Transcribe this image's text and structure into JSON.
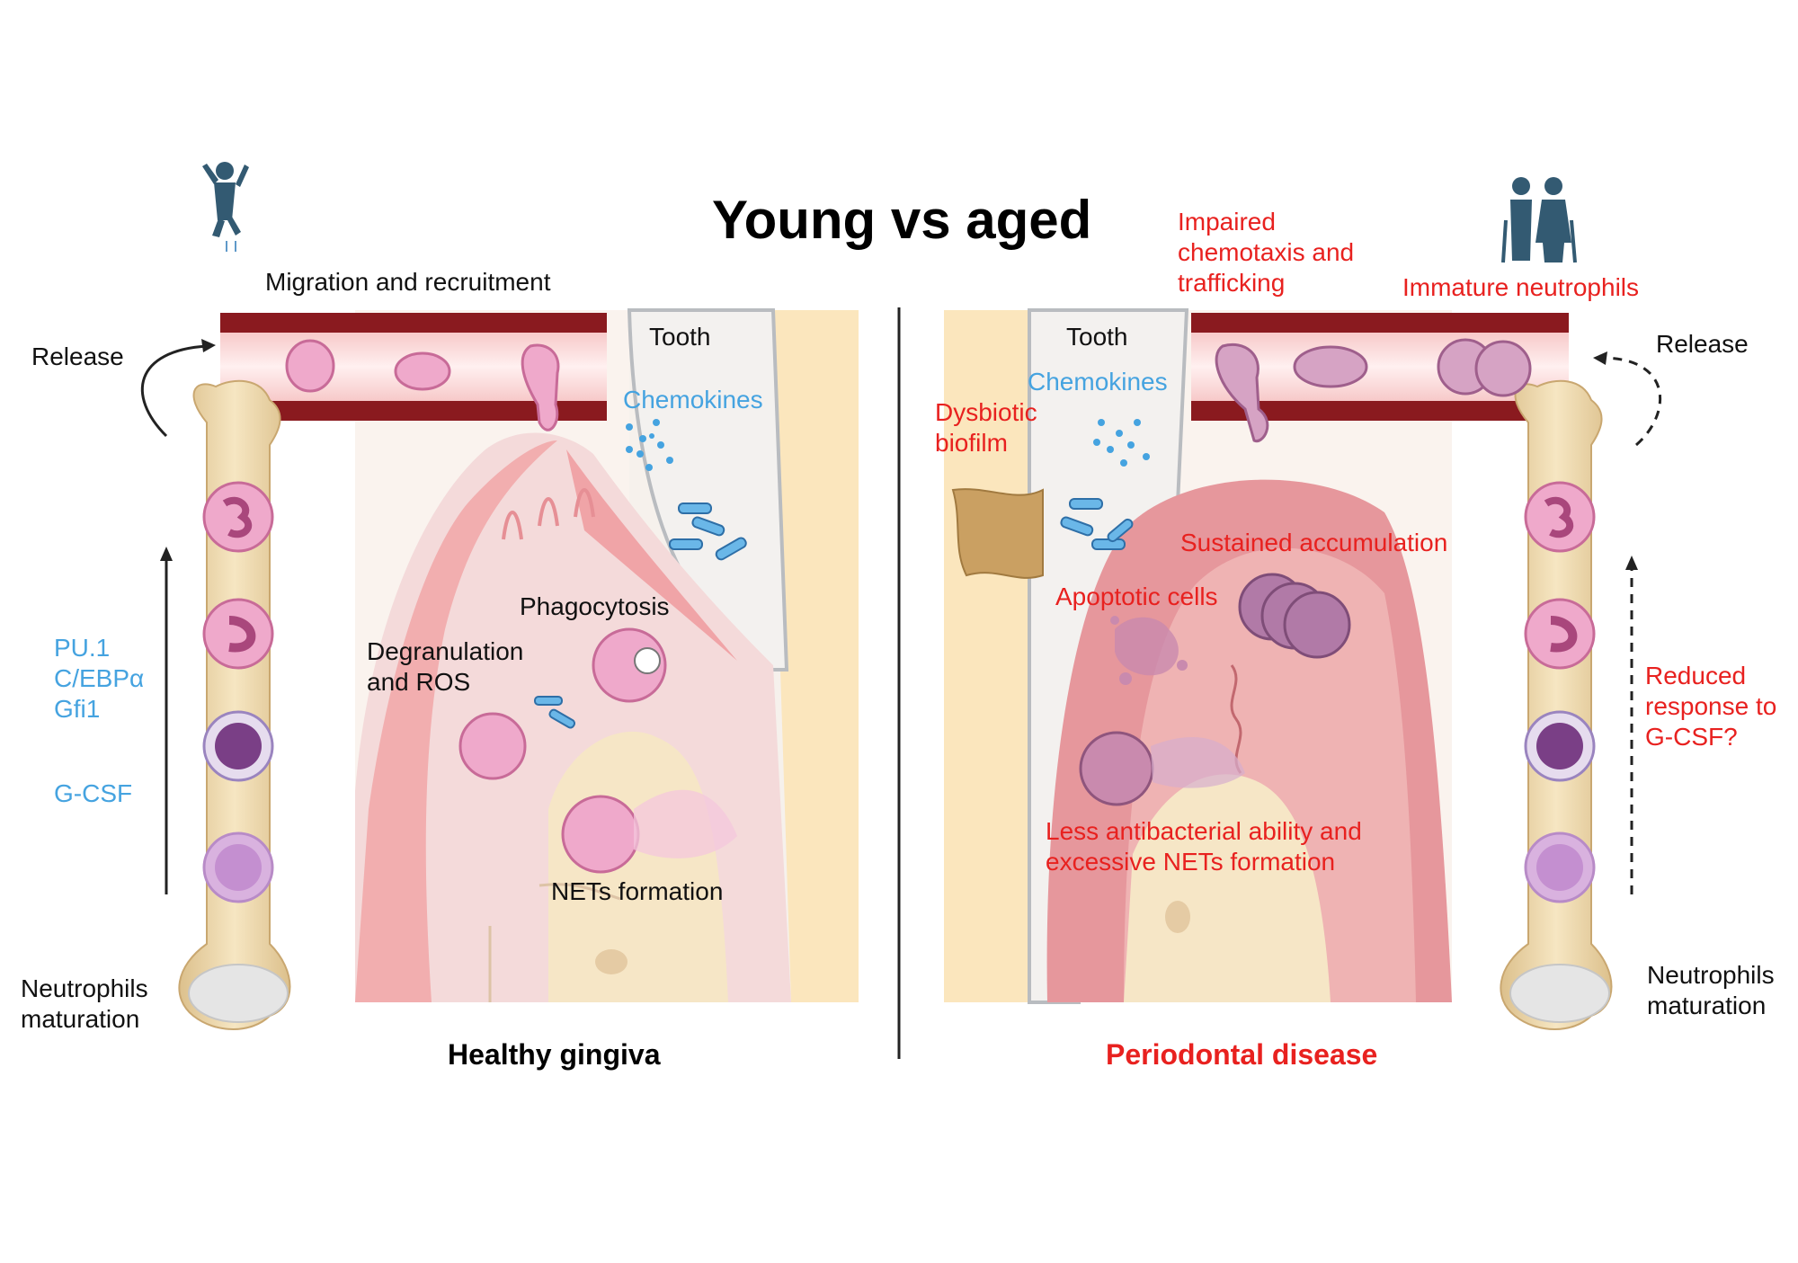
{
  "header": {
    "title": "Young vs aged"
  },
  "panels": {
    "left": {
      "caption": "Healthy gingiva",
      "labels": {
        "migration": "Migration and recruitment",
        "release": "Release",
        "tooth": "Tooth",
        "chemokines": "Chemokines",
        "phagocytosis": "Phagocytosis",
        "degranulation": [
          "Degranulation",
          "and ROS"
        ],
        "transcription_factors": [
          "PU.1",
          "C/EBPα",
          "Gfi1"
        ],
        "gcsf": "G-CSF",
        "nets": "NETs formation",
        "maturation": [
          "Neutrophils",
          "maturation"
        ]
      }
    },
    "right": {
      "caption": "Periodontal disease",
      "labels": {
        "impaired": [
          "Impaired",
          "chemotaxis and",
          "trafficking"
        ],
        "immature": "Immature neutrophils",
        "release": "Release",
        "tooth": "Tooth",
        "chemokines": "Chemokines",
        "biofilm": [
          "Dysbiotic",
          "biofilm"
        ],
        "sustained": "Sustained accumulation",
        "apoptotic": "Apoptotic cells",
        "reduced": [
          "Reduced",
          "response to",
          "G-CSF?"
        ],
        "less_antibacterial": [
          "Less antibacterial ability and",
          "excessive NETs formation"
        ],
        "maturation": [
          "Neutrophils",
          "maturation"
        ]
      }
    }
  },
  "icons": {
    "young": "jumping-person-icon",
    "aged": "elderly-couple-icon"
  },
  "colors": {
    "text_red": "#e8211f",
    "text_blue": "#45a3e0",
    "vessel_wall": "#8a1a1f",
    "gingiva": "#f0a8a8",
    "bone": "#f1dcb0",
    "neutrophil": "#efa9cb",
    "myeloblast": "#7a3f86"
  }
}
